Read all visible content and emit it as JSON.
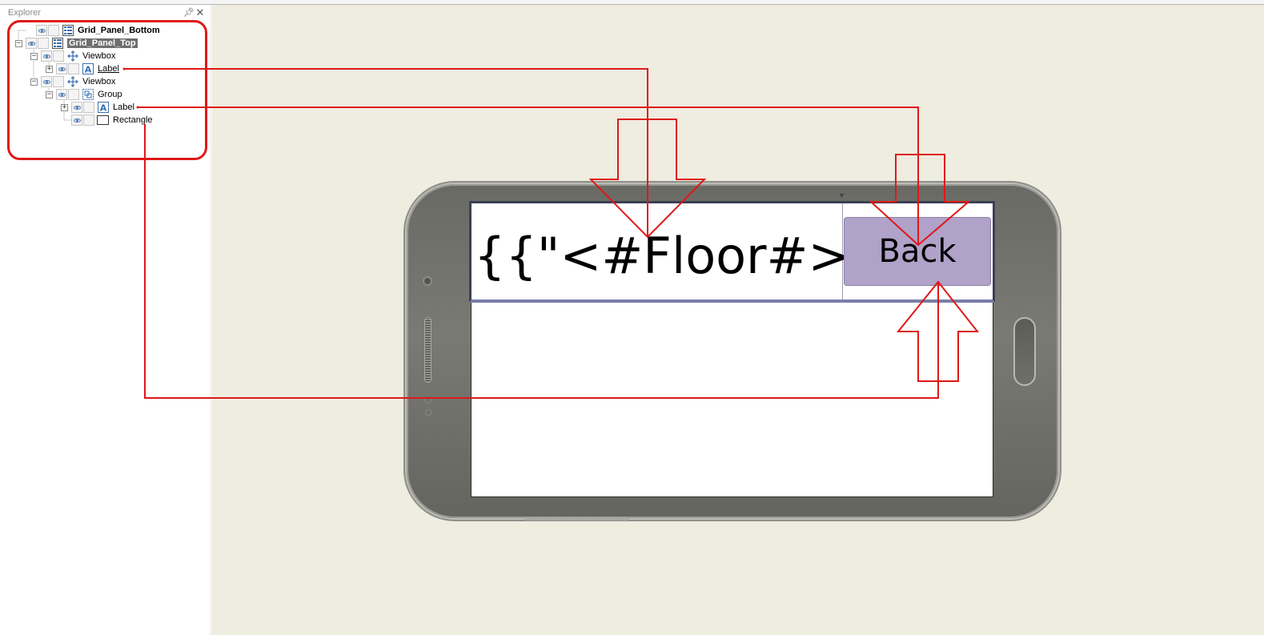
{
  "explorer": {
    "title": "Explorer",
    "tree": [
      {
        "label": "Grid_Panel_Bottom",
        "icon": "grid-icon",
        "expander": "none",
        "bold": true
      },
      {
        "label": "Grid_Panel_Top",
        "icon": "grid-icon",
        "expander": "minus",
        "bold": true,
        "selected": true
      },
      {
        "label": "Viewbox",
        "icon": "move-icon",
        "expander": "minus"
      },
      {
        "label": "Label",
        "icon": "label-a-icon",
        "expander": "plus",
        "underline": true
      },
      {
        "label": "Viewbox",
        "icon": "move-icon",
        "expander": "minus"
      },
      {
        "label": "Group",
        "icon": "group-icon",
        "expander": "minus"
      },
      {
        "label": "Label",
        "icon": "label-a-icon",
        "expander": "plus"
      },
      {
        "label": "Rectangle",
        "icon": "rectangle-icon",
        "expander": "none"
      }
    ]
  },
  "screen": {
    "floor_label": "{{\"<#Floor#>\"}}",
    "back_label": "Back"
  },
  "colors": {
    "annotation": "#e01818",
    "button_fill": "#b0a2c8",
    "canvas": "#efece0"
  }
}
